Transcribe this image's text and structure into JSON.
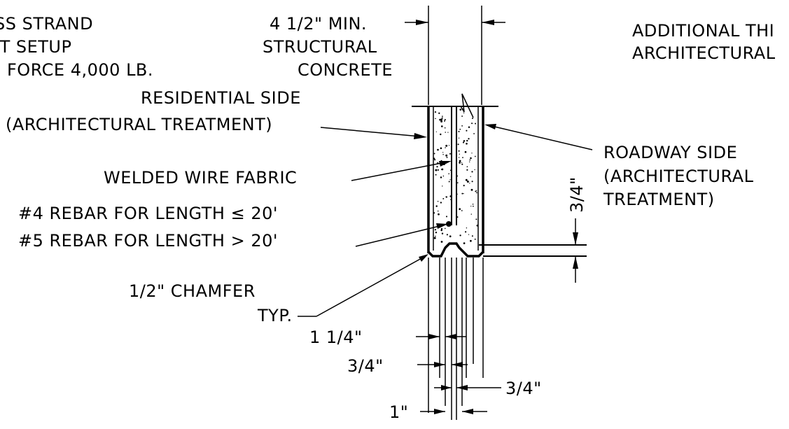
{
  "labels": {
    "strand_line1": "SS STRAND",
    "strand_line2": "IT SETUP",
    "strand_line3": "FORCE 4,000 LB.",
    "min_thickness": "4 1/2\" MIN.",
    "structural_line1": "STRUCTURAL",
    "structural_line2": "CONCRETE",
    "additional_line1": "ADDITIONAL THI",
    "additional_line2": "ARCHITECTURAL",
    "residential_line1": "RESIDENTIAL SIDE",
    "residential_line2": "(ARCHITECTURAL TREATMENT)",
    "wwf": "WELDED WIRE FABRIC",
    "rebar_line1": "#4 REBAR FOR LENGTH ≤ 20'",
    "rebar_line2": "#5 REBAR FOR LENGTH > 20'",
    "chamfer_line1": "1/2\" CHAMFER",
    "chamfer_line2": "TYP.",
    "roadway_line1": "ROADWAY SIDE",
    "roadway_line2": "(ARCHITECTURAL",
    "roadway_line3": "TREATMENT)",
    "dim_right_vertical": "3/4\"",
    "dim_1_1_4": "1 1/4\"",
    "dim_3_4_a": "3/4\"",
    "dim_3_4_b": "3/4\"",
    "dim_1": "1\""
  }
}
